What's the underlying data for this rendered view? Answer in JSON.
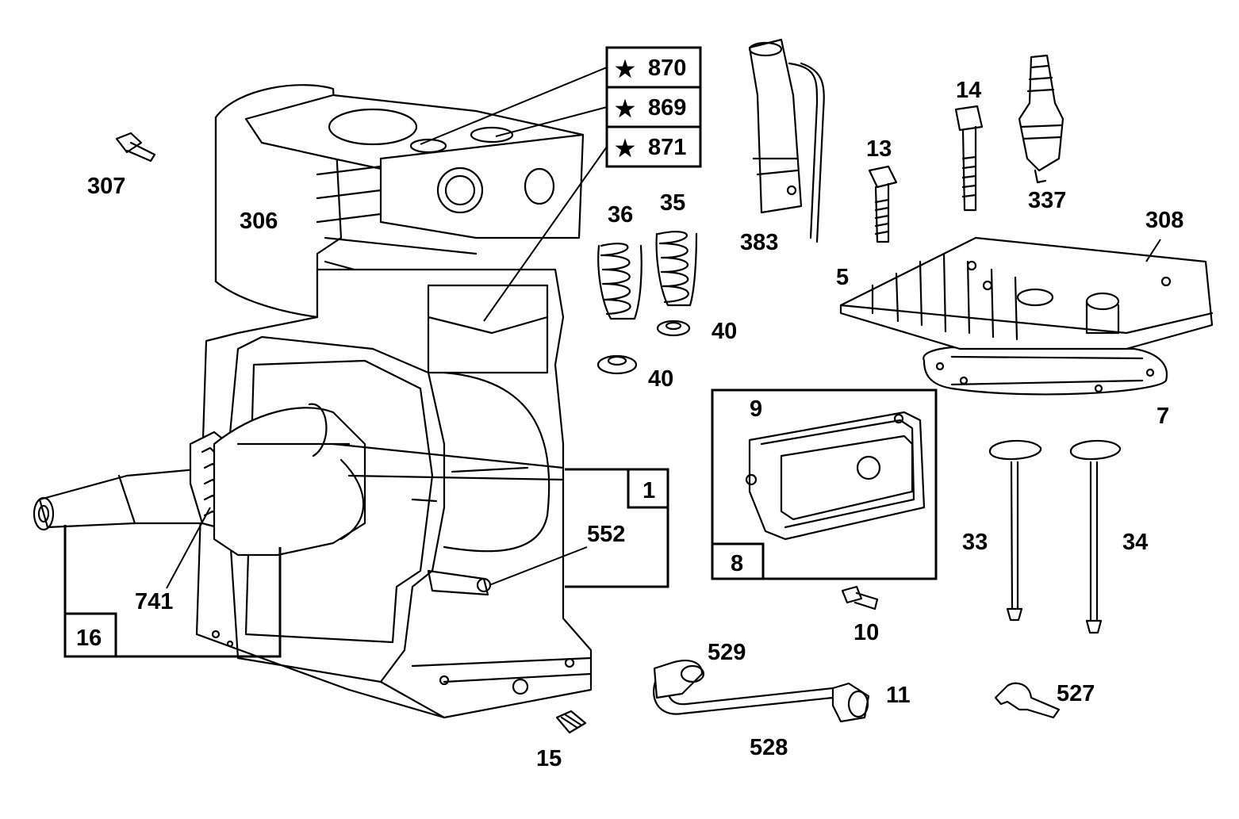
{
  "parts": {
    "p307": "307",
    "p306": "306",
    "p870": "870",
    "p869": "869",
    "p871": "871",
    "p383": "383",
    "p36": "36",
    "p35": "35",
    "p40a": "40",
    "p40b": "40",
    "p14": "14",
    "p13": "13",
    "p337": "337",
    "p308": "308",
    "p5": "5",
    "p7": "7",
    "p9": "9",
    "p8": "8",
    "p1": "1",
    "p552": "552",
    "p741": "741",
    "p16": "16",
    "p10": "10",
    "p33": "33",
    "p34": "34",
    "p529": "529",
    "p11": "11",
    "p528": "528",
    "p527": "527",
    "p15": "15"
  },
  "kit_mark": "★"
}
